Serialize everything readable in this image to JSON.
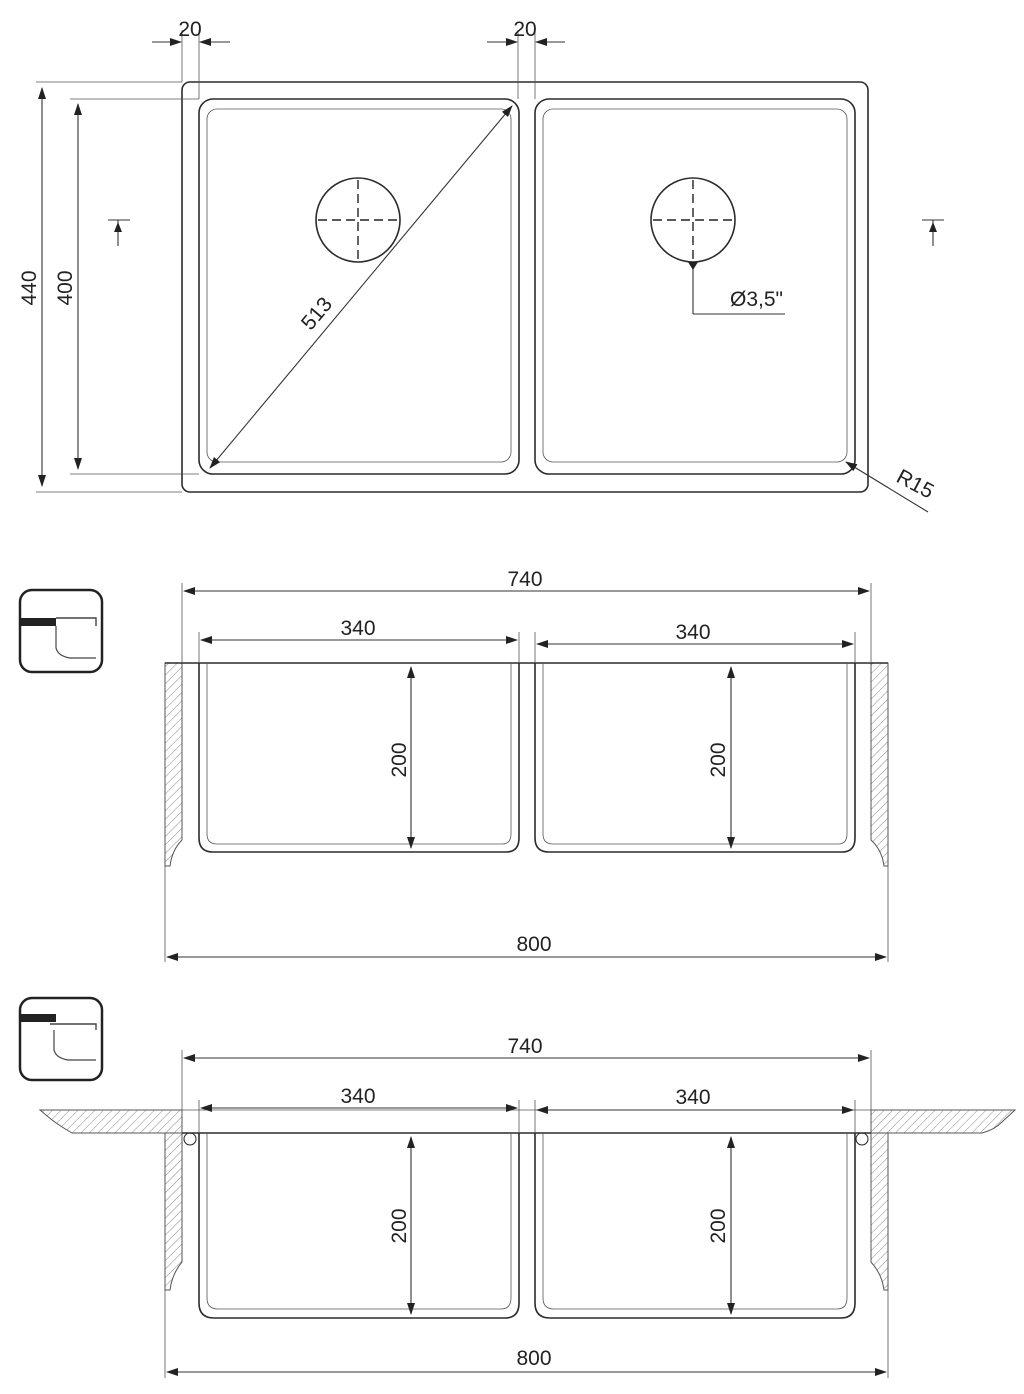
{
  "top_view": {
    "dim_rim_left": "20",
    "dim_rim_mid": "20",
    "dim_outer_depth": "440",
    "dim_inner_depth": "400",
    "dim_diagonal": "513",
    "drain_label": "Ø3,5\"",
    "corner_radius": "R15"
  },
  "section_flush": {
    "dim_top_width": "740",
    "dim_left_bowl": "340",
    "dim_right_bowl": "340",
    "dim_left_depth": "200",
    "dim_right_depth": "200",
    "dim_bottom_width": "800"
  },
  "section_under": {
    "dim_top_width": "740",
    "dim_left_bowl": "340",
    "dim_right_bowl": "340",
    "dim_left_depth": "200",
    "dim_right_depth": "200",
    "dim_bottom_width": "800"
  },
  "icons": [
    "flush-mount-icon",
    "undermount-icon"
  ]
}
